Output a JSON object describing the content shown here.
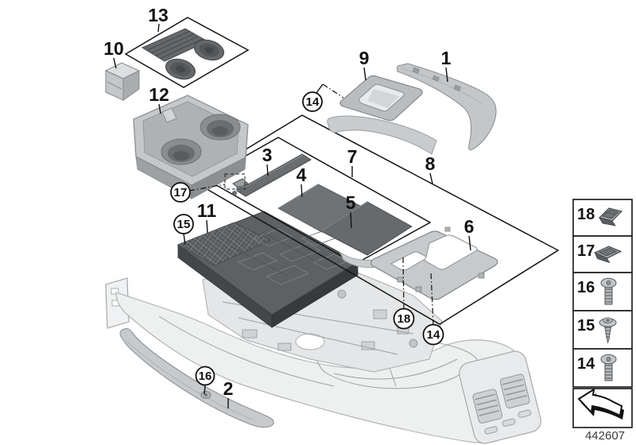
{
  "part_number": "442607",
  "callouts": {
    "n1": "1",
    "n2": "2",
    "n3": "3",
    "n4": "4",
    "n5": "5",
    "n6": "6",
    "n7": "7",
    "n8": "8",
    "n9": "9",
    "n10": "10",
    "n11": "11",
    "n12": "12",
    "n13": "13"
  },
  "circled_callouts": {
    "c14": "14",
    "c15": "15",
    "c16": "16",
    "c17": "17",
    "c18": "18"
  },
  "legend": {
    "rows": [
      {
        "label": "18",
        "icon": "spring-clip-icon"
      },
      {
        "label": "17",
        "icon": "spring-clip-icon"
      },
      {
        "label": "16",
        "icon": "torx-screw-icon"
      },
      {
        "label": "15",
        "icon": "self-tapping-screw-icon"
      },
      {
        "label": "14",
        "icon": "torx-screw-icon"
      }
    ],
    "arrow_icon": "direction-of-travel-arrow-icon"
  },
  "parts": [
    {
      "number": "1",
      "name": "decor-trim-strip-rear"
    },
    {
      "number": "2",
      "name": "side-trim-blade"
    },
    {
      "number": "3",
      "name": "mounting-rail"
    },
    {
      "number": "4",
      "name": "rubber-insert-mat-front"
    },
    {
      "number": "5",
      "name": "rubber-insert-mat-rear"
    },
    {
      "number": "6",
      "name": "decor-frame-rear"
    },
    {
      "number": "7",
      "name": "insert-mat-set-outline"
    },
    {
      "number": "8",
      "name": "decor-trim-set-outline"
    },
    {
      "number": "9",
      "name": "gear-selector-decor-frame"
    },
    {
      "number": "10",
      "name": "storage-box"
    },
    {
      "number": "11",
      "name": "console-insert-tray"
    },
    {
      "number": "12",
      "name": "cupholder-insert"
    },
    {
      "number": "13",
      "name": "cupholder-mat-set-outline"
    },
    {
      "number": "14",
      "name": "torx-screw"
    },
    {
      "number": "15",
      "name": "self-tapping-screw"
    },
    {
      "number": "16",
      "name": "torx-screw"
    },
    {
      "number": "17",
      "name": "spring-clip"
    },
    {
      "number": "18",
      "name": "spring-clip"
    }
  ],
  "colors": {
    "line": "#1c1c1c",
    "part_light": "#d9dcdd",
    "part_mid": "#a8acae",
    "part_dark": "#5f6366",
    "mat_dark": "#6b6f72",
    "background": "#ffffff",
    "part_number_text": "#3c3c3c"
  }
}
